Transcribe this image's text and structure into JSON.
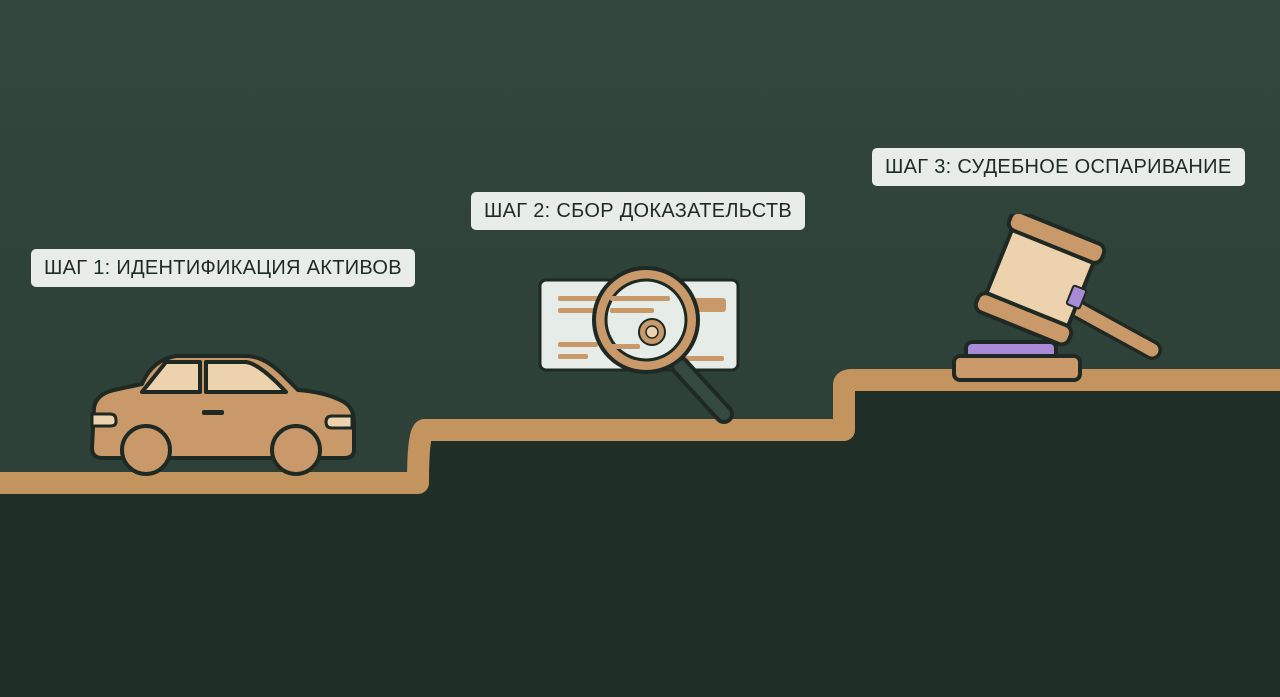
{
  "steps": [
    {
      "label": "ШАГ 1: ИДЕНТИФИКАЦИЯ АКТИВОВ",
      "icon": "car-icon"
    },
    {
      "label": "ШАГ 2: СБОР ДОКАЗАТЕЛЬСТВ",
      "icon": "magnifier-document-icon"
    },
    {
      "label": "ШАГ 3: СУДЕБНОЕ ОСПАРИВАНИЕ",
      "icon": "gavel-icon"
    }
  ],
  "colors": {
    "background": "#2f4439",
    "ground": "#1f2e27",
    "stair_line": "#c4945f",
    "icon_fill": "#c9996a",
    "icon_light": "#ecd2ad",
    "outline": "#1e2924",
    "accent_purple": "#a88ad6",
    "label_bg": "#e8edea"
  }
}
